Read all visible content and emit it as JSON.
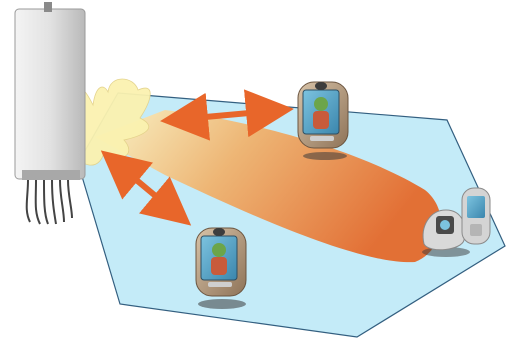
{
  "diagram": {
    "colors": {
      "background": "#ffffff",
      "floor_fill": "#bfe9f7",
      "floor_stroke": "#3b6b8a",
      "beam_near": "#fff3b0",
      "beam_far": "#e8722c",
      "arrow": "#e8662a",
      "access_point_body": "#dcdcdc",
      "tablet_body": "#b59a7c",
      "screen": "#5aa6c9"
    },
    "nodes": [
      {
        "id": "access-point",
        "icon": "wall-mounted-access-point"
      },
      {
        "id": "terminal-top",
        "icon": "video-tablet-terminal"
      },
      {
        "id": "terminal-bottom",
        "icon": "video-tablet-terminal"
      },
      {
        "id": "terminal-right",
        "icon": "handheld-video-phone"
      }
    ],
    "links": [
      {
        "from": "access-point",
        "to": "terminal-top",
        "type": "bidirectional-arrow"
      },
      {
        "from": "access-point",
        "to": "terminal-bottom",
        "type": "bidirectional-arrow"
      },
      {
        "from": "access-point",
        "to": "terminal-right",
        "type": "directional-beam"
      }
    ],
    "labels": []
  }
}
